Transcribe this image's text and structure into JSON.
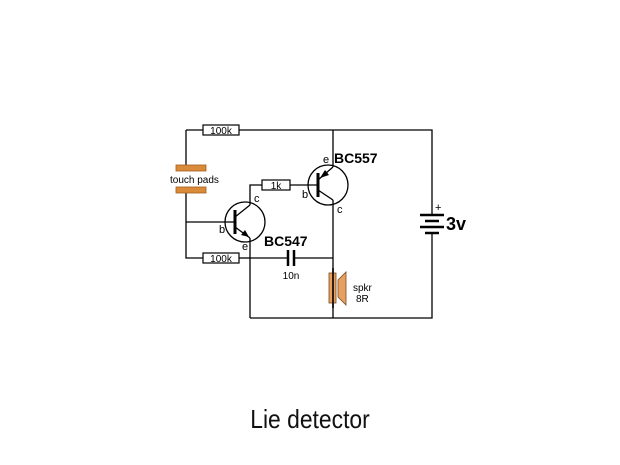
{
  "caption": "Lie detector",
  "components": {
    "r_top": {
      "label": "100k",
      "type": "resistor"
    },
    "r_base": {
      "label": "1k",
      "type": "resistor"
    },
    "r_bottom": {
      "label": "100k",
      "type": "resistor"
    },
    "touch_pads": {
      "label": "touch pads",
      "type": "touch-pads"
    },
    "q1": {
      "label": "BC557",
      "type": "pnp-transistor",
      "pins": {
        "e": "e",
        "b": "b",
        "c": "c"
      }
    },
    "q2": {
      "label": "BC547",
      "type": "npn-transistor",
      "pins": {
        "c": "c",
        "b": "b",
        "e": "e"
      }
    },
    "cap": {
      "label": "10n",
      "type": "capacitor"
    },
    "speaker": {
      "label": "spkr",
      "value": "8R",
      "type": "speaker"
    },
    "battery": {
      "label": "3v",
      "polarity": "+",
      "type": "battery"
    }
  },
  "colors": {
    "pad": "#d98b3a",
    "speaker": "#e8a060",
    "wire": "#000000"
  }
}
